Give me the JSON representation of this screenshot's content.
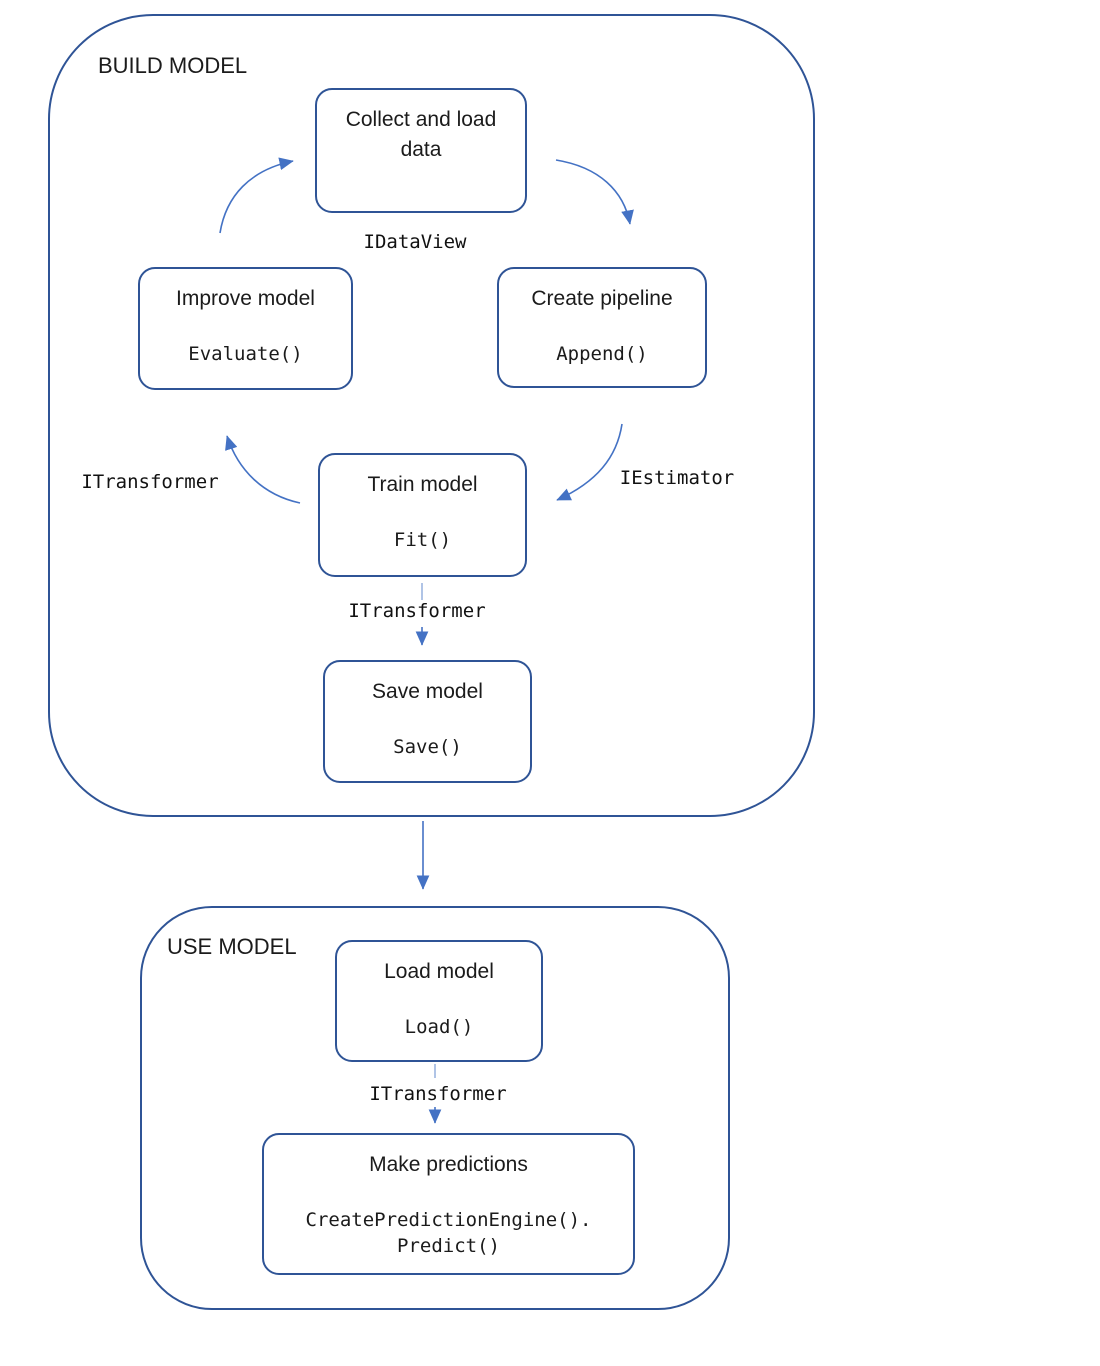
{
  "theme": {
    "border_blue": "#2f5496",
    "arrow_blue": "#4472c4",
    "stub_blue": "#8faadc",
    "text_color": "#1b1b1b"
  },
  "sections": {
    "build": {
      "label": "BUILD MODEL"
    },
    "use": {
      "label": "USE MODEL"
    }
  },
  "nodes": {
    "collect": {
      "title": "Collect and load\ndata",
      "code": ""
    },
    "improve": {
      "title": "Improve model",
      "code": "Evaluate()"
    },
    "create": {
      "title": "Create pipeline",
      "code": "Append()"
    },
    "train": {
      "title": "Train model",
      "code": "Fit()"
    },
    "save": {
      "title": "Save model",
      "code": "Save()"
    },
    "load": {
      "title": "Load model",
      "code": "Load()"
    },
    "predict": {
      "title": "Make predictions",
      "code": "CreatePredictionEngine().\nPredict()"
    }
  },
  "edge_labels": {
    "idataview": "IDataView",
    "itransformer_left": "ITransformer",
    "iestimator": "IEstimator",
    "itransformer_mid": "ITransformer",
    "itransformer_use": "ITransformer"
  }
}
